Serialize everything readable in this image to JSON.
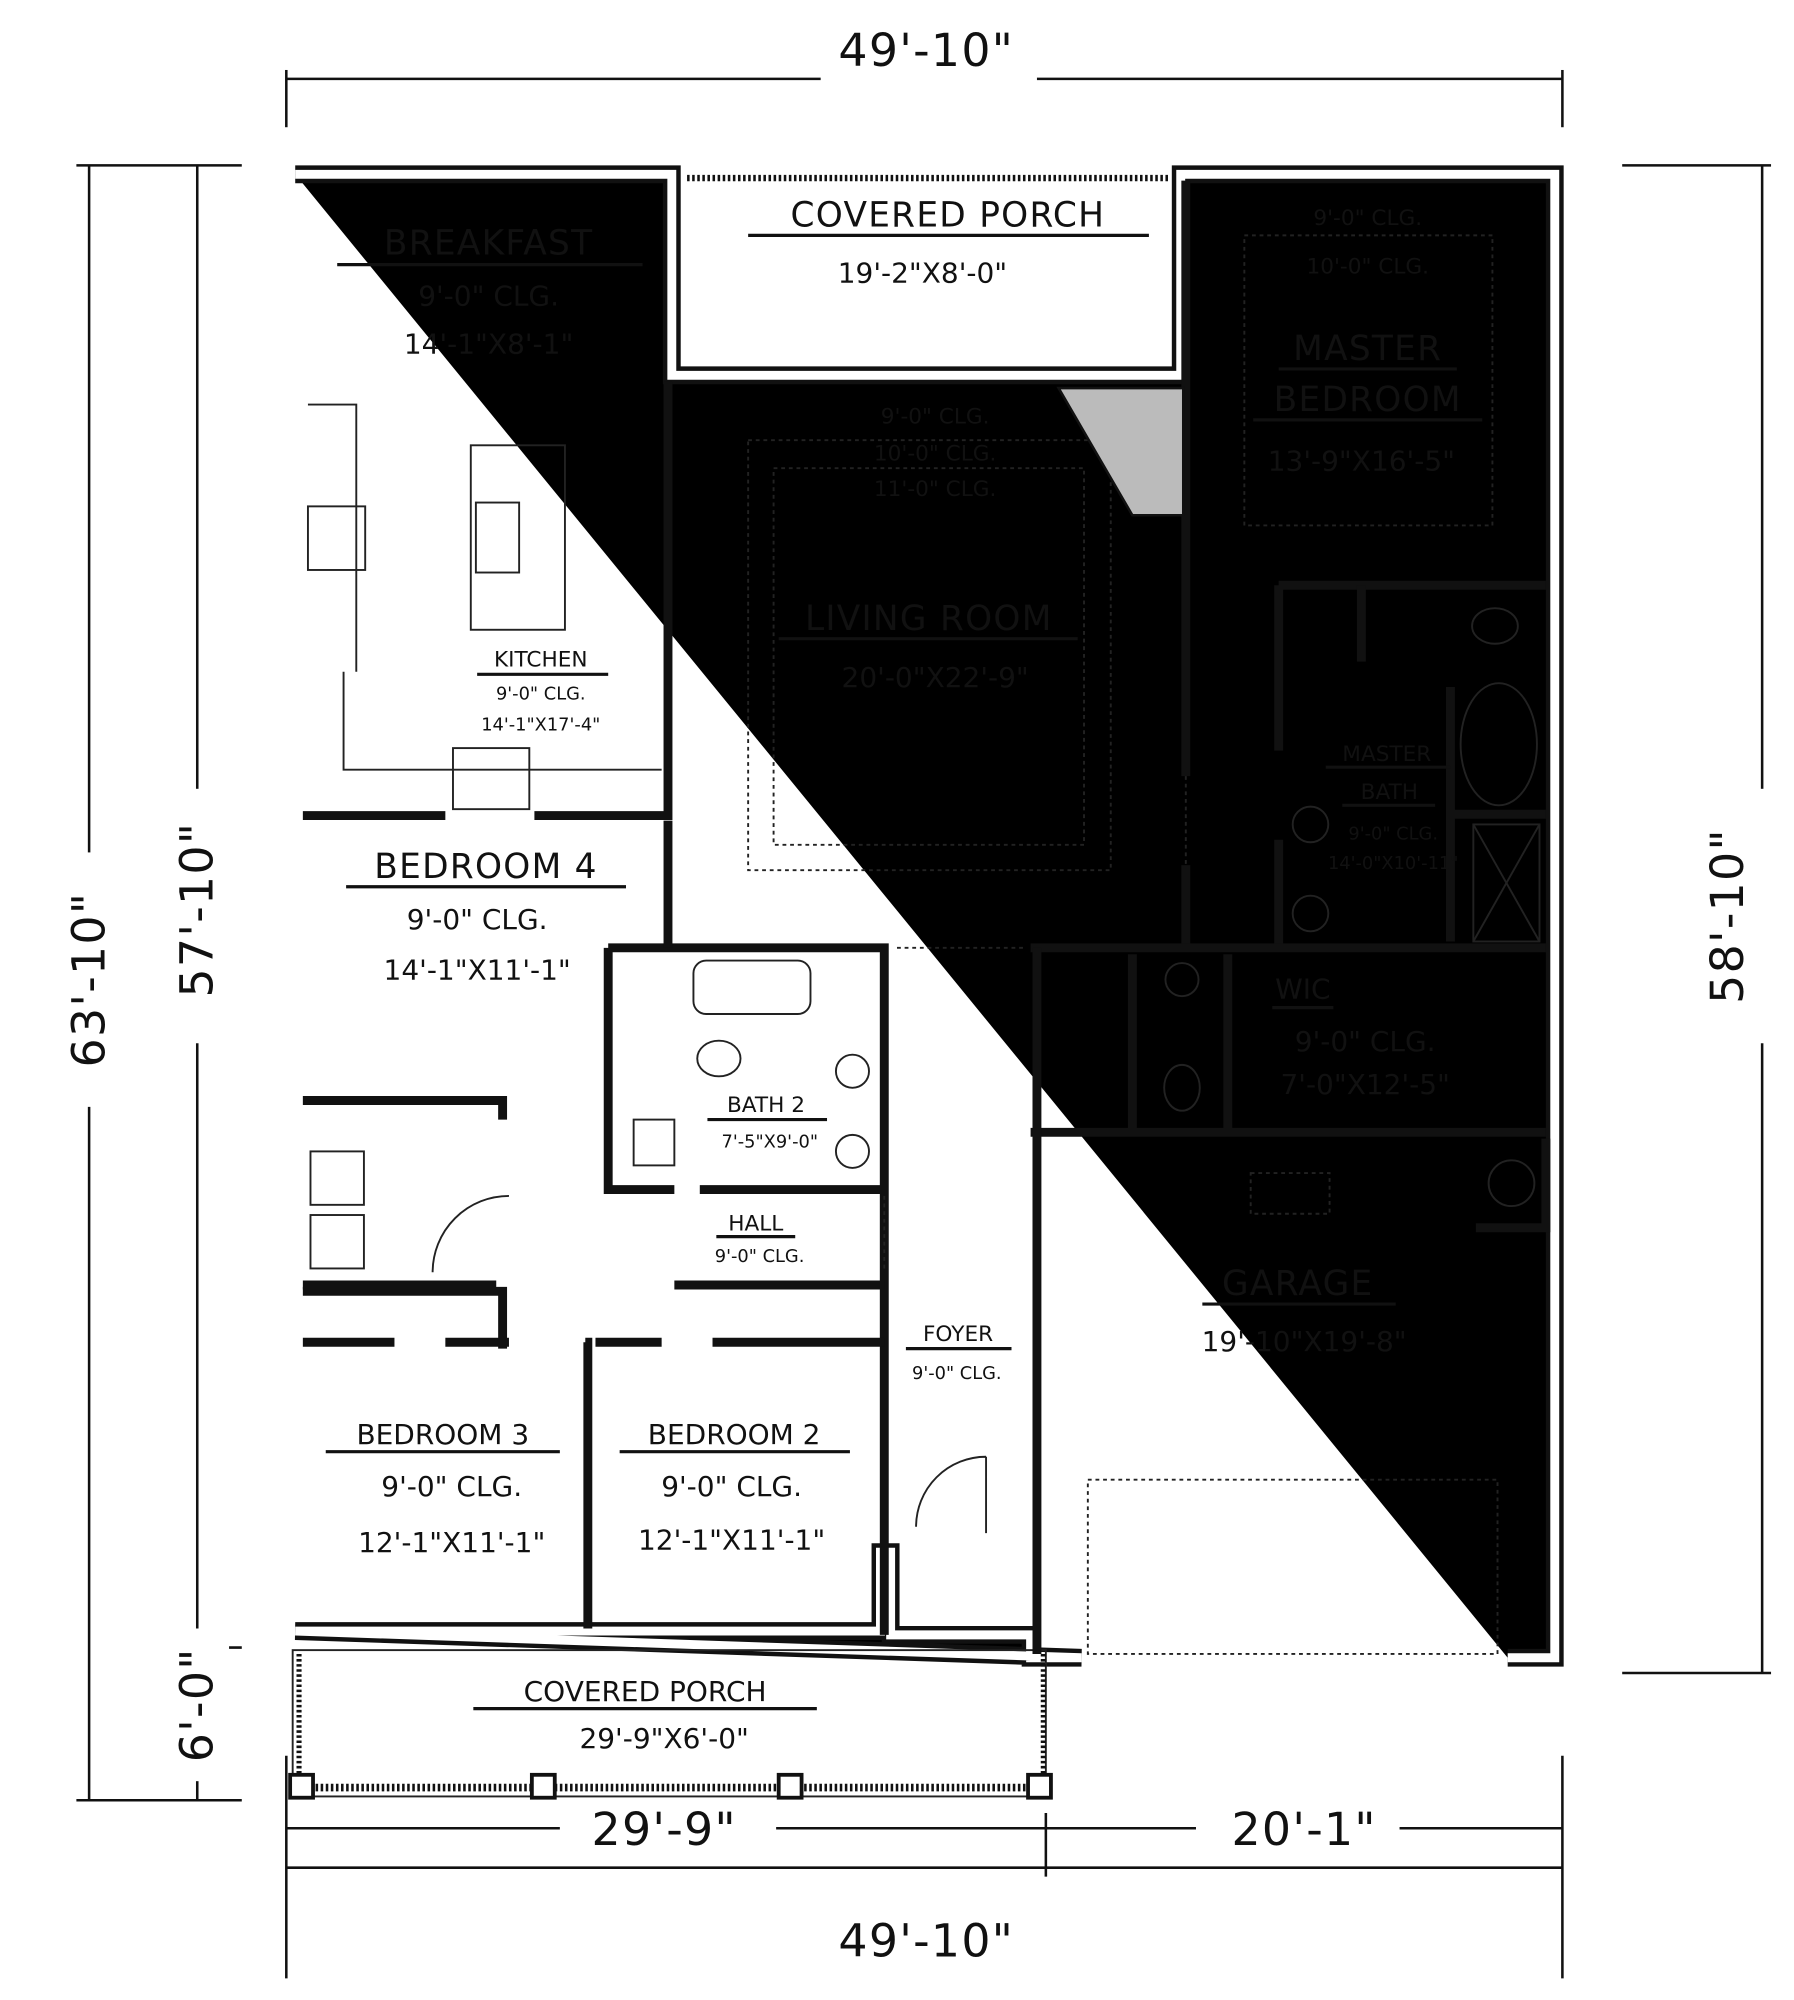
{
  "dimensions": {
    "top_overall": "49'-10\"",
    "bottom_left": "29'-9\"",
    "bottom_right": "20'-1\"",
    "bottom_overall": "49'-10\"",
    "left_overall": "63'-10\"",
    "left_house": "57'-10\"",
    "left_porch": "6'-0\"",
    "right_overall": "58'-10\""
  },
  "rooms": {
    "breakfast": {
      "name": "BREAKFAST",
      "ceiling": "9'-0\" CLG.",
      "size": "14'-1\"X8'-1\""
    },
    "rear_porch": {
      "name": "COVERED PORCH",
      "size": "19'-2\"X8'-0\""
    },
    "master_bedroom": {
      "ceiling1": "9'-0\" CLG.",
      "ceiling2": "10'-0\" CLG.",
      "name1": "MASTER",
      "name2": "BEDROOM",
      "size": "13'-9\"X16'-5\""
    },
    "living_room": {
      "ceiling1": "9'-0\" CLG.",
      "ceiling2": "10'-0\" CLG.",
      "ceiling3": "11'-0\" CLG.",
      "name": "LIVING ROOM",
      "size": "20'-0\"X22'-9\""
    },
    "kitchen": {
      "name": "KITCHEN",
      "ceiling": "9'-0\" CLG.",
      "size": "14'-1\"X17'-4\""
    },
    "master_bath": {
      "name1": "MASTER",
      "name2": "BATH",
      "ceiling": "9'-0\" CLG.",
      "size": "14'-0\"X10'-11\""
    },
    "bedroom4": {
      "name": "BEDROOM 4",
      "ceiling": "9'-0\" CLG.",
      "size": "14'-1\"X11'-1\""
    },
    "wic": {
      "name": "WIC",
      "ceiling": "9'-0\" CLG.",
      "size": "7'-0\"X12'-5\""
    },
    "bath2": {
      "name": "BATH 2",
      "size": "7'-5\"X9'-0\""
    },
    "hall": {
      "name": "HALL",
      "ceiling": "9'-0\" CLG."
    },
    "garage": {
      "name": "GARAGE",
      "size": "19'-10\"X19'-8\""
    },
    "foyer": {
      "name": "FOYER",
      "ceiling": "9'-0\" CLG."
    },
    "bedroom3": {
      "name": "BEDROOM 3",
      "ceiling": "9'-0\" CLG.",
      "size": "12'-1\"X11'-1\""
    },
    "bedroom2": {
      "name": "BEDROOM 2",
      "ceiling": "9'-0\" CLG.",
      "size": "12'-1\"X11'-1\""
    },
    "front_porch": {
      "name": "COVERED PORCH",
      "size": "29'-9\"X6'-0\""
    }
  }
}
